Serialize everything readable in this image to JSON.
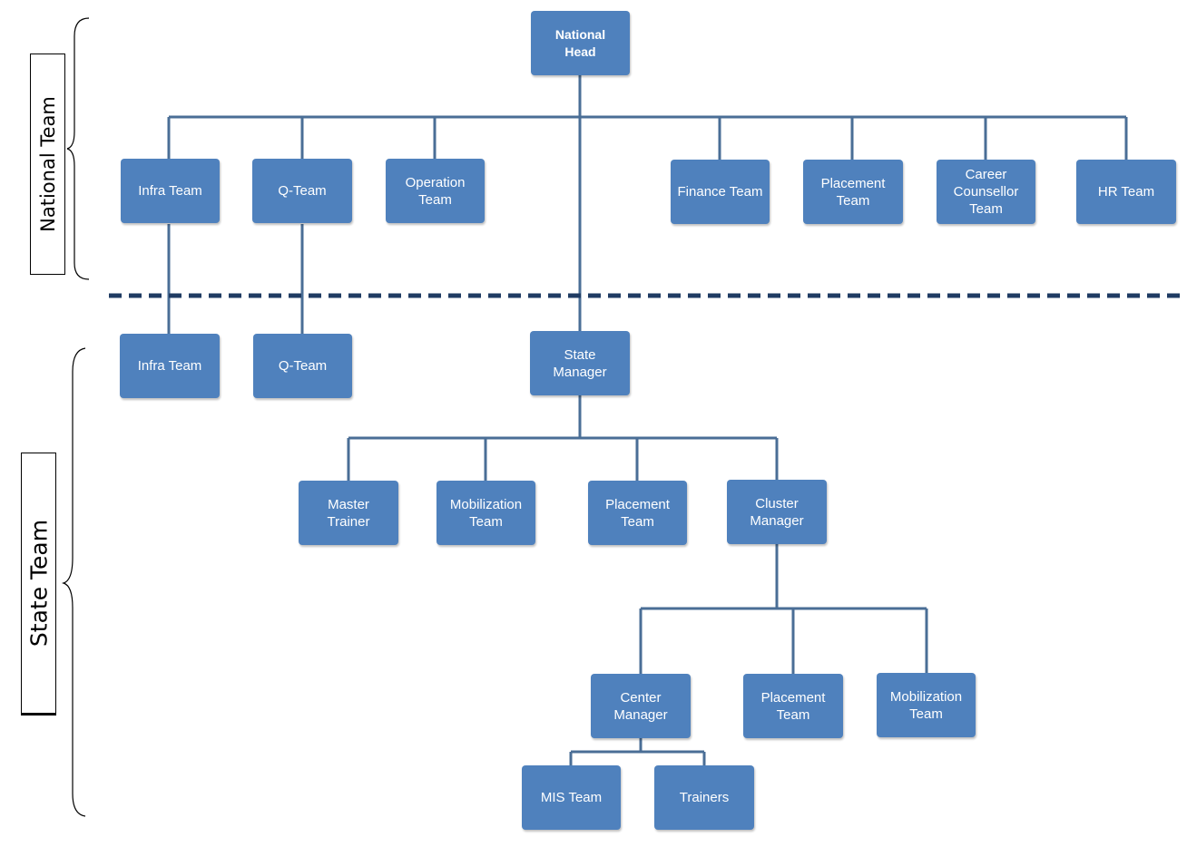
{
  "line_color": "#4a6e96",
  "box_color": "#4f81bd",
  "sections": {
    "national": "National Team",
    "state": "State Team"
  },
  "nodes": {
    "national_head": "National\nHead",
    "nat_infra": "Infra Team",
    "nat_qteam": "Q-Team",
    "nat_operation": "Operation\nTeam",
    "nat_finance": "Finance Team",
    "nat_placement": "Placement\nTeam",
    "nat_career": "Career\nCounsellor\nTeam",
    "nat_hr": "HR Team",
    "state_infra": "Infra Team",
    "state_qteam": "Q-Team",
    "state_manager": "State\nManager",
    "master_trainer": "Master\nTrainer",
    "state_mobilization": "Mobilization\nTeam",
    "state_placement": "Placement\nTeam",
    "cluster_manager": "Cluster\nManager",
    "center_manager": "Center\nManager",
    "cluster_placement": "Placement\nTeam",
    "cluster_mobilization": "Mobilization\nTeam",
    "mis_team": "MIS Team",
    "trainers": "Trainers"
  }
}
